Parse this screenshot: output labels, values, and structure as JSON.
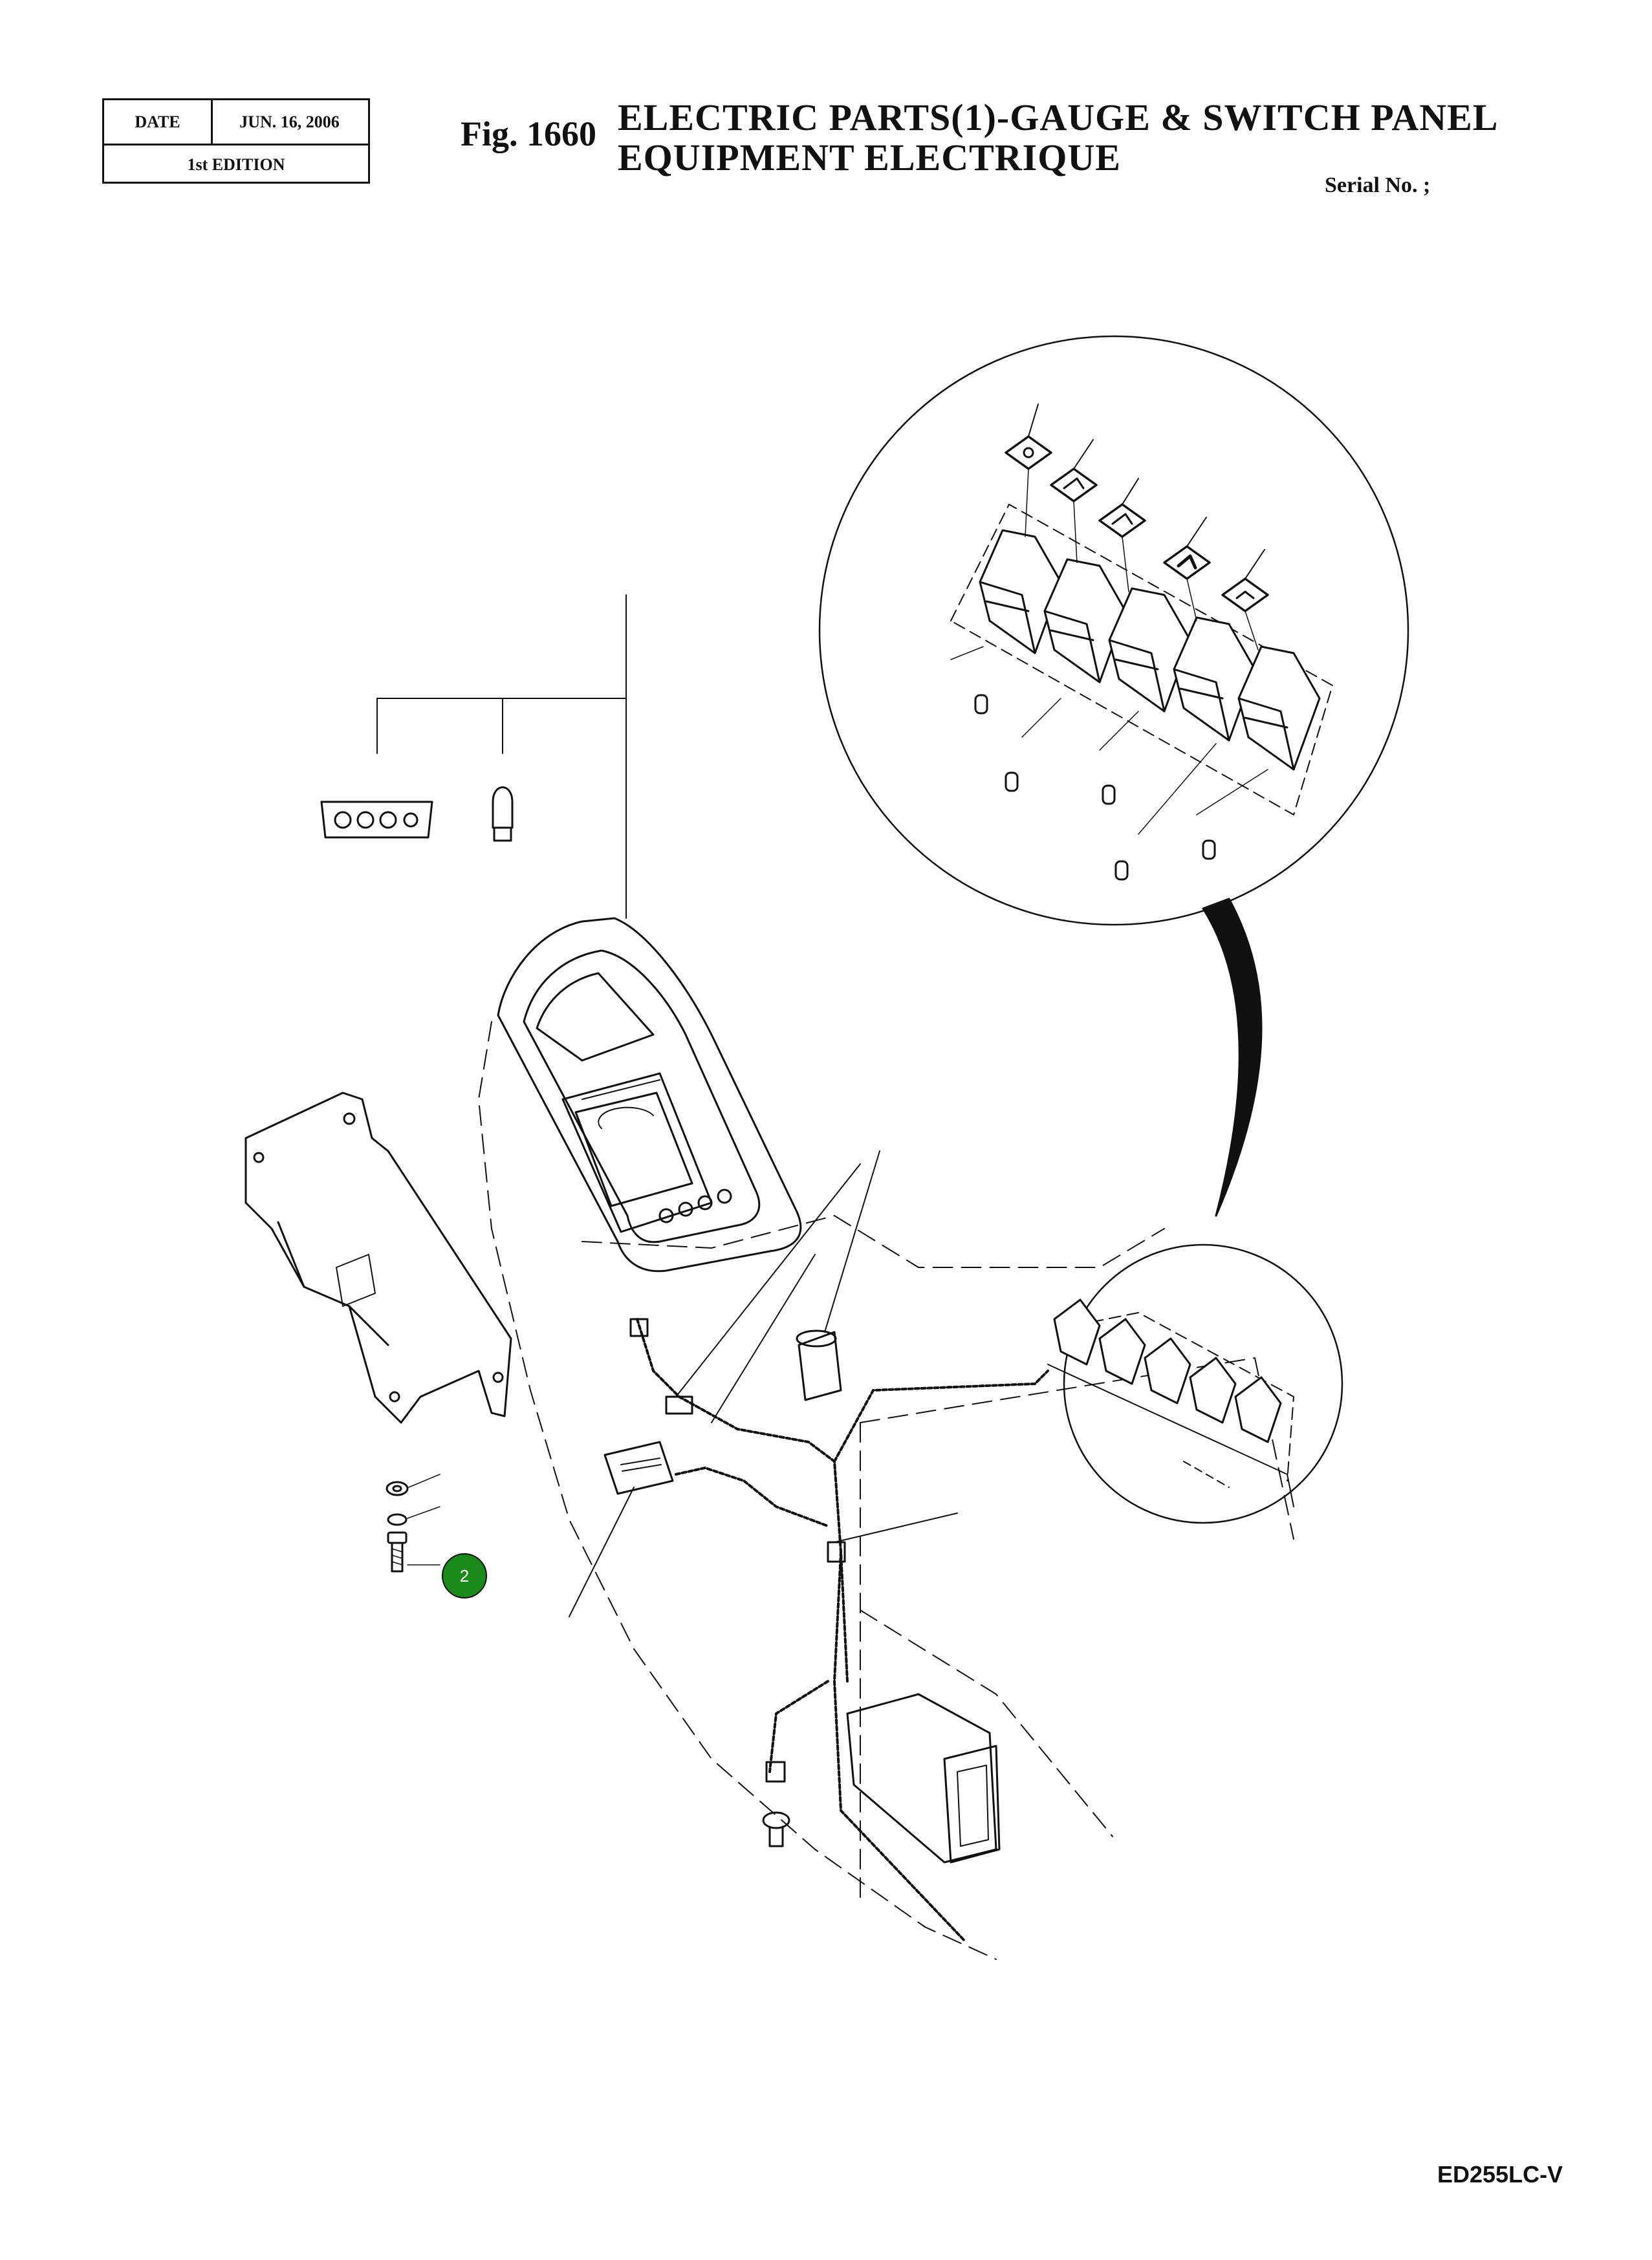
{
  "header": {
    "date_label": "DATE",
    "date_value": "JUN. 16, 2006",
    "edition": "1st EDITION",
    "figure_number": "Fig. 1660",
    "title_line1": "ELECTRIC  PARTS(1)-GAUGE  &  SWITCH  PANEL",
    "title_line2": "EQUIPMENT  ELECTRIQUE",
    "serial": "Serial No. ;"
  },
  "callouts": [
    {
      "label": "2",
      "color": "#1a8a1a"
    }
  ],
  "footer": {
    "model": "ED255LC-V"
  },
  "colors": {
    "line": "#111111",
    "callout_fill": "#1a8a1a"
  }
}
